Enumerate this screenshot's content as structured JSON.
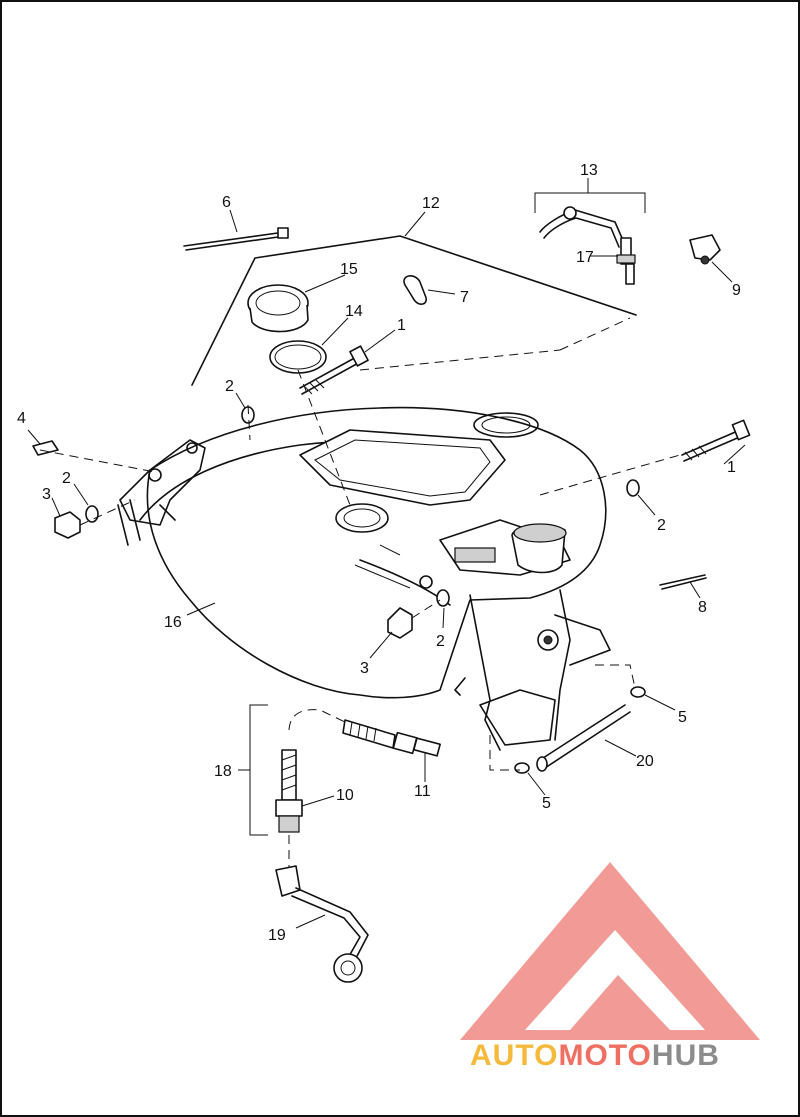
{
  "callouts": {
    "c1a": "1",
    "c1b": "1",
    "c2a": "2",
    "c2b": "2",
    "c2c": "2",
    "c2d": "2",
    "c3a": "3",
    "c3b": "3",
    "c4": "4",
    "c5a": "5",
    "c5b": "5",
    "c6": "6",
    "c7": "7",
    "c8": "8",
    "c9": "9",
    "c10": "10",
    "c11": "11",
    "c12": "12",
    "c13": "13",
    "c14": "14",
    "c15": "15",
    "c16": "16",
    "c17": "17",
    "c18": "18",
    "c19": "19",
    "c20": "20"
  },
  "watermark": {
    "part_auto": "AUTO",
    "part_moto": "MOTO",
    "part_hub": "HUB",
    "color_auto": "#f5b93c",
    "color_moto": "#ef6f63",
    "color_hub": "#8c8c8c",
    "logo_color": "#f08a84"
  }
}
